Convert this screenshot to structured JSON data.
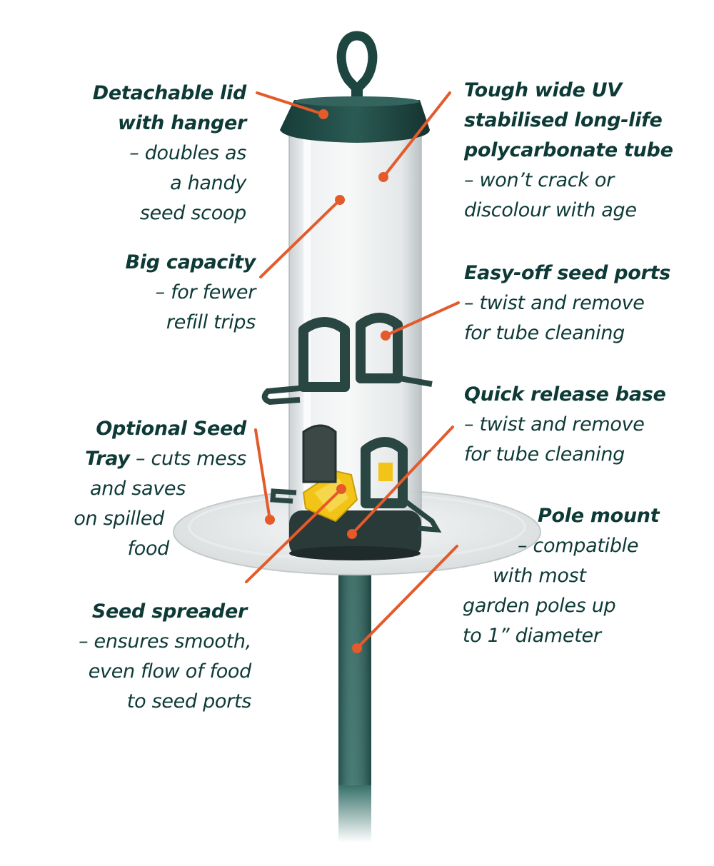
{
  "colors": {
    "text": "#0d3a36",
    "leader": "#e45a2b",
    "green": "#1f4a45",
    "pole": "#2a5f59",
    "yellow": "#f2c417"
  },
  "callouts": {
    "lid": {
      "title_l1": "Detachable lid",
      "title_l2": "with hanger",
      "desc_l1": "– doubles as",
      "desc_l2": "a handy",
      "desc_l3": "seed scoop"
    },
    "capacity": {
      "title": "Big capacity",
      "desc_l1": "– for fewer",
      "desc_l2": "refill trips"
    },
    "tube": {
      "title_l1": "Tough wide UV",
      "title_l2": "stabilised long-life",
      "title_l3": "polycarbonate tube",
      "desc_l1": "– won’t crack or",
      "desc_l2": "discolour with age"
    },
    "ports": {
      "title": "Easy-off seed ports",
      "desc_l1": "– twist and remove",
      "desc_l2": "for tube cleaning"
    },
    "base": {
      "title": "Quick release base",
      "desc_l1": "– twist and remove",
      "desc_l2": "for tube cleaning"
    },
    "tray": {
      "title_l1": "Optional Seed",
      "title_l2": "Tray",
      "desc_l2": " – cuts mess",
      "desc_l3": "and saves",
      "desc_l4": "on spilled",
      "desc_l5": "food"
    },
    "pole": {
      "title": "Pole mount",
      "desc_l1": "– compatible",
      "desc_l2": "with most",
      "desc_l3": "garden poles up",
      "desc_l4": "to 1” diameter"
    },
    "spreader": {
      "title": "Seed spreader",
      "desc_l1": "–  ensures smooth,",
      "desc_l2": "even flow of food",
      "desc_l3": "to seed ports"
    }
  }
}
